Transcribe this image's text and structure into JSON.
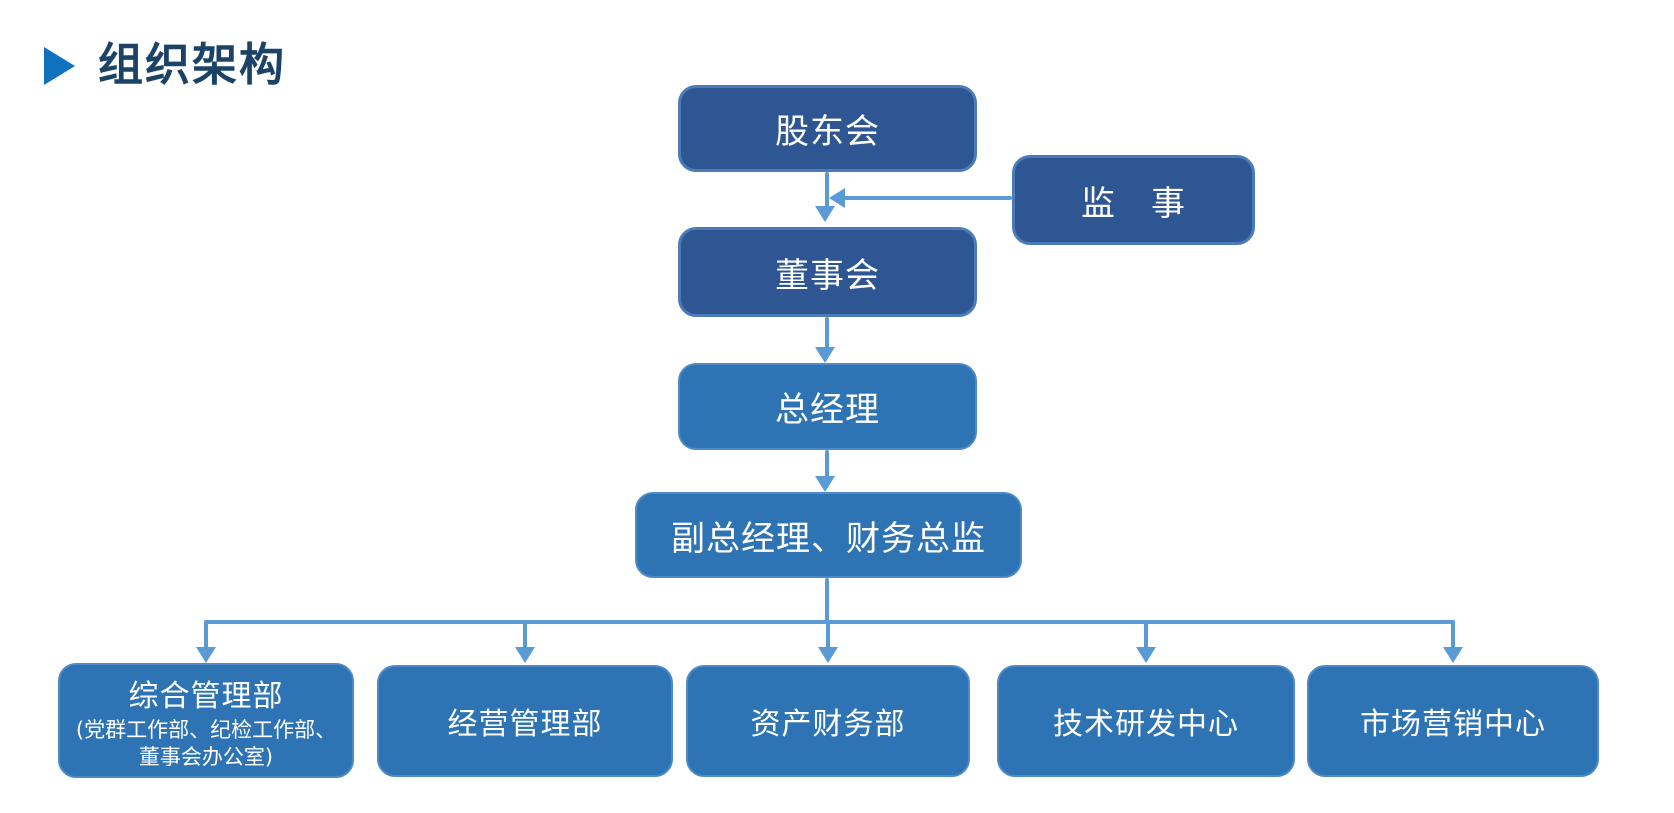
{
  "title": {
    "text": "组织架构",
    "text_color": "#1b4368",
    "bullet_color": "#0e72bf"
  },
  "chart": {
    "type": "org-chart",
    "colors": {
      "dark_fill": "#2e5693",
      "dark_border": "#4b7cb8",
      "light_fill": "#2e74b5",
      "light_border": "#4e8ac8",
      "connector": "#5b9bd5",
      "node_text": "#ffffff"
    },
    "nodes": {
      "shareholders": {
        "label": "股东会"
      },
      "supervisor": {
        "label": "监　事"
      },
      "board": {
        "label": "董事会"
      },
      "gm": {
        "label": "总经理"
      },
      "deputy": {
        "label": "副总经理、财务总监"
      },
      "dept1": {
        "label": "综合管理部",
        "sublabel": "(党群工作部、纪检工作部、董事会办公室)"
      },
      "dept2": {
        "label": "经营管理部"
      },
      "dept3": {
        "label": "资产财务部"
      },
      "dept4": {
        "label": "技术研发中心"
      },
      "dept5": {
        "label": "市场营销中心"
      }
    },
    "edges": [
      {
        "from": "shareholders",
        "to": "board",
        "style": "arrow-down"
      },
      {
        "from": "supervisor",
        "to": "shareholders-board-link",
        "style": "arrow-left"
      },
      {
        "from": "board",
        "to": "gm",
        "style": "arrow-down"
      },
      {
        "from": "gm",
        "to": "deputy",
        "style": "arrow-down"
      },
      {
        "from": "deputy",
        "to": "dept1",
        "style": "arrow-down"
      },
      {
        "from": "deputy",
        "to": "dept2",
        "style": "arrow-down"
      },
      {
        "from": "deputy",
        "to": "dept3",
        "style": "arrow-down"
      },
      {
        "from": "deputy",
        "to": "dept4",
        "style": "arrow-down"
      },
      {
        "from": "deputy",
        "to": "dept5",
        "style": "arrow-down"
      }
    ]
  }
}
